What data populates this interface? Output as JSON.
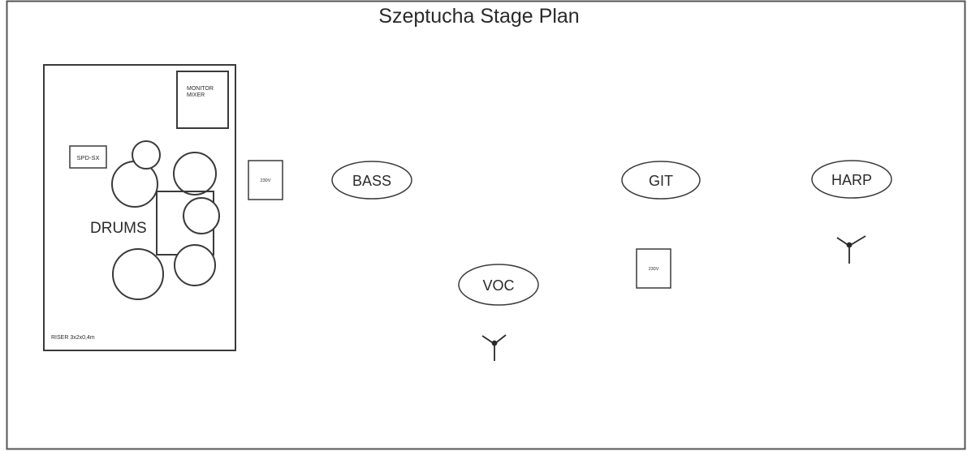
{
  "title": "Szeptucha Stage Plan",
  "riser": {
    "label": "RISER 3x2x0,4m"
  },
  "monitor_mixer": {
    "line1": "MONITOR",
    "line2": "MIXER"
  },
  "spd": {
    "label": "SPD-SX"
  },
  "drums": {
    "label": "DRUMS"
  },
  "power_outlets": [
    {
      "label": "230V"
    },
    {
      "label": "230V"
    }
  ],
  "positions": {
    "bass": "BASS",
    "git": "GIT",
    "harp": "HARP",
    "voc": "VOC"
  },
  "microphones": [
    "vocal-mic-stand-icon",
    "harp-mic-stand-icon"
  ],
  "colors": {
    "line": "#3a3a3a",
    "text": "#2a2a2a",
    "background": "#ffffff"
  }
}
